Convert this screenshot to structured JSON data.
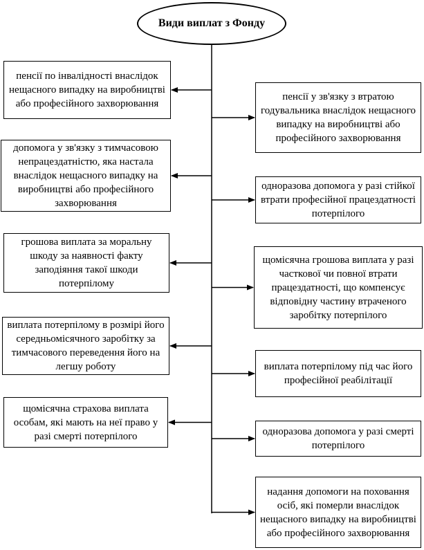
{
  "title": "Види виплат з Фонду",
  "left_items": [
    "пенсії по інвалідності внаслідок нещасного випадку на виробництві або професійного захворювання",
    "допомога у зв'язку з тимчасовою непрацездатністю, яка настала внаслідок нещасного випадку на виробництві або професійного захворювання",
    "грошова виплата за моральну шкоду за наявності факту заподіяння такої шкоди потерпілому",
    "виплата потерпілому в розмірі його середньомісячного заробітку за тимчасового переведення його на легшу роботу",
    "щомісячна страхова виплата особам, які мають на неї право у разі смерті потерпілого"
  ],
  "right_items": [
    "пенсії у зв'язку з втратою годувальника внаслідок нещасного випадку на виробництві або професійного захворювання",
    "одноразова допомога у разі стійкої втрати професійної працездатності потерпілого",
    "щомісячна грошова виплата у разі часткової чи повної втрати працездатності, що компенсує відповідну частину втраченого заробітку потерпілого",
    "виплата потерпілому під час його професійної реабілітації",
    "одноразова допомога у разі смерті потерпілого",
    "надання допомоги на поховання осіб, які померли внаслідок нещасного випадку на виробництві або професійного захворювання"
  ]
}
